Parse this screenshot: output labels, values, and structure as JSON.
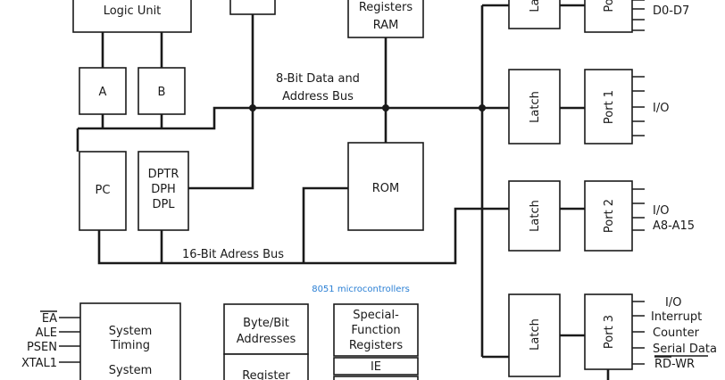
{
  "blocks": {
    "logic_unit": "Logic Unit",
    "reg_a": "A",
    "reg_b": "B",
    "registers_ram": [
      "Registers",
      "RAM"
    ],
    "pc": "PC",
    "dptr": [
      "DPTR",
      "DPH",
      "DPL"
    ],
    "rom": "ROM",
    "latch": "Latch",
    "port_0": "Po",
    "port_0_latch": "La",
    "port_1": "Port 1",
    "port_2": "Port 2",
    "port_3": "Port 3",
    "system_timing": [
      "System",
      "Timing",
      "System"
    ],
    "byte_bit_addresses": [
      "Byte/Bit",
      "Addresses"
    ],
    "register_partial": "Register",
    "special_function_registers": [
      "Special-",
      "Function",
      "Registers"
    ],
    "ie": "IE"
  },
  "buses": {
    "data_address_bus": [
      "8-Bit Data and",
      "Address Bus"
    ],
    "address_bus_16": "16-Bit Adress Bus"
  },
  "signals": {
    "port0": "D0-D7",
    "port1": "I/O",
    "port2": [
      "I/O",
      "A8-A15"
    ],
    "port3": [
      "I/O",
      "Interrupt",
      "Counter",
      "Serial Data",
      "RD-WR"
    ],
    "control": [
      "EA",
      "ALE",
      "PSEN",
      "XTAL1"
    ]
  },
  "caption": "8051 microcontrollers",
  "colors": {
    "line": "#1a1a1a",
    "caption": "#2a7fd4",
    "background": "#ffffff"
  }
}
